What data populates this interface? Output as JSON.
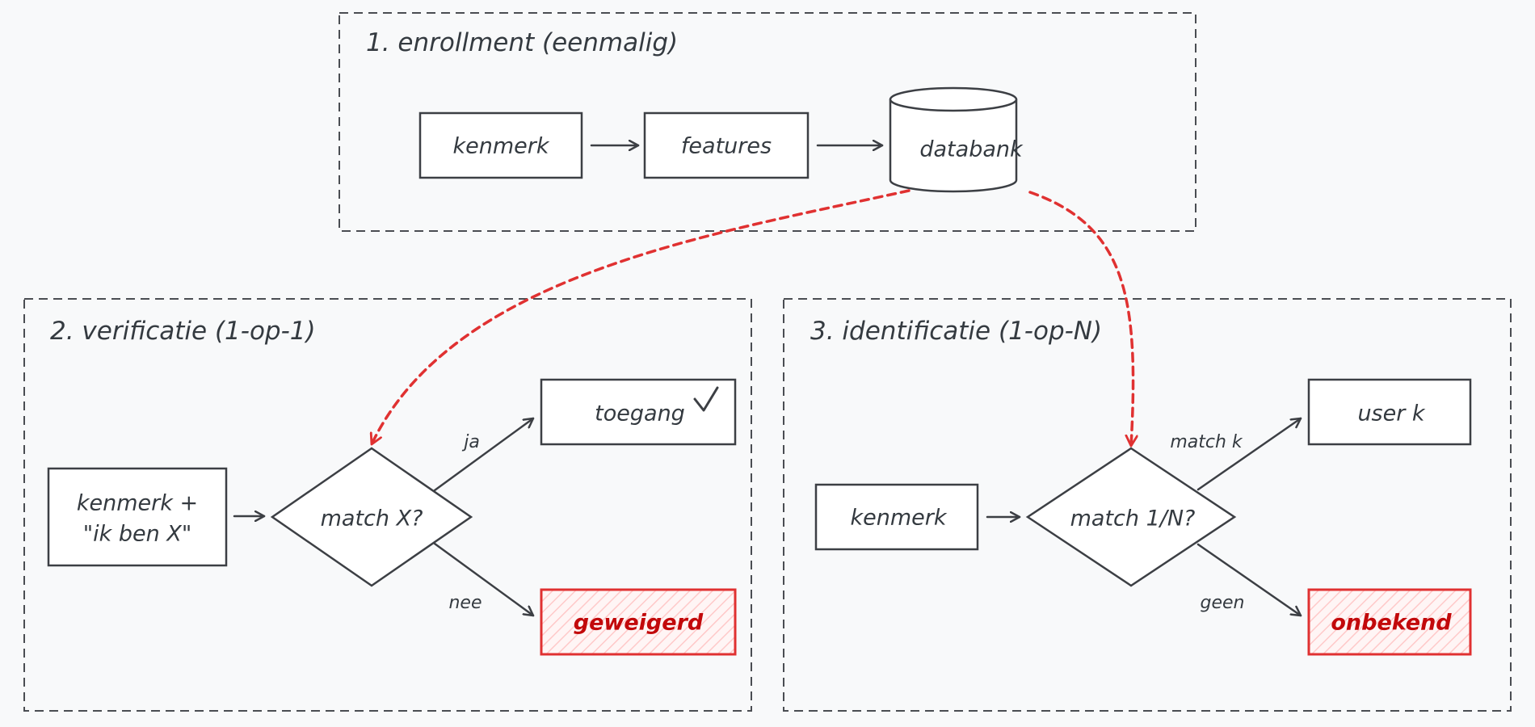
{
  "sections": {
    "enrollment": {
      "title": "1. enrollment (eenmalig)"
    },
    "verification": {
      "title": "2. verificatie (1-op-1)"
    },
    "identification": {
      "title": "3. identificatie (1-op-N)"
    }
  },
  "enrollment": {
    "kenmerk": "kenmerk",
    "features": "features",
    "databank": "databank"
  },
  "verification": {
    "input_line1": "kenmerk +",
    "input_line2": "\"ik ben X\"",
    "decision": "match X?",
    "yes_label": "ja",
    "no_label": "nee",
    "granted": "toegang",
    "granted_icon": "check-icon",
    "denied": "geweigerd"
  },
  "identification": {
    "input": "kenmerk",
    "decision": "match 1/N?",
    "match_label": "match k",
    "none_label": "geen",
    "user": "user k",
    "unknown": "onbekend"
  },
  "colors": {
    "stroke": "#3c3f44",
    "accent_red": "#e03131",
    "reject_text": "#c2090b",
    "background": "#f8f9fa"
  }
}
